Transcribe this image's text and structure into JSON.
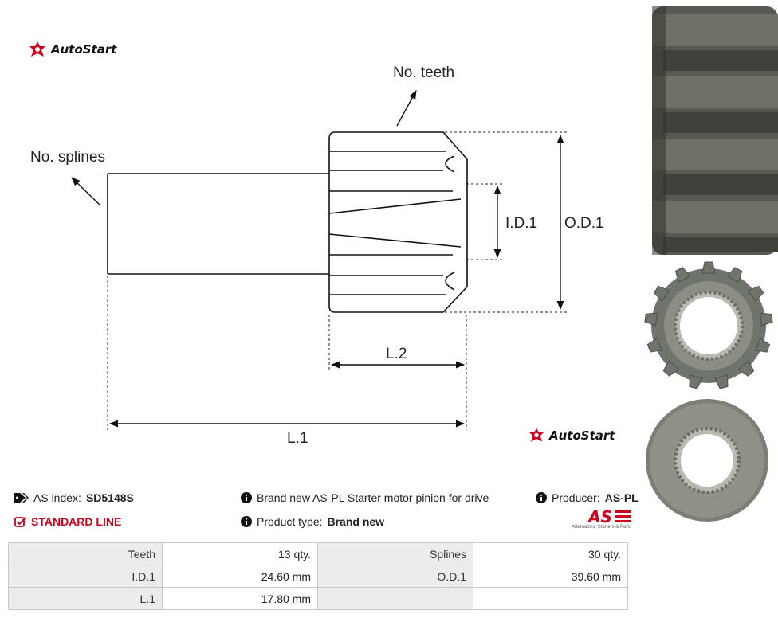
{
  "brand": {
    "logo_text": "AutoStart"
  },
  "drawing": {
    "labels": {
      "no_teeth": "No. teeth",
      "no_splines": "No. splines",
      "id1": "I.D.1",
      "od1": "O.D.1",
      "l2": "L.2",
      "l1": "L.1"
    }
  },
  "info": {
    "as_index_label": "AS index:",
    "as_index_value": "SD5148S",
    "standard_line": "STANDARD LINE",
    "description": "Brand new AS-PL Starter motor pinion for drive",
    "product_type_label": "Product type:",
    "product_type_value": "Brand new",
    "producer_label": "Producer:",
    "producer_value": "AS-PL",
    "producer_logo_text": "AS",
    "producer_tagline": "Alternators, Starters & Parts"
  },
  "specs": {
    "rows": [
      {
        "l1": "Teeth",
        "v1": "13 qty.",
        "l2": "Splines",
        "v2": "30 qty."
      },
      {
        "l1": "I.D.1",
        "v1": "24.60 mm",
        "l2": "O.D.1",
        "v2": "39.60 mm"
      },
      {
        "l1": "L.1",
        "v1": "17.80 mm",
        "l2": "",
        "v2": ""
      }
    ]
  },
  "colors": {
    "accent_red": "#d0021b",
    "metal_dark": "#4f5249",
    "metal_light": "#8c9085"
  },
  "icons": [
    "autostart-logo-icon",
    "tags-icon",
    "info-circle-icon",
    "check-square-icon"
  ]
}
